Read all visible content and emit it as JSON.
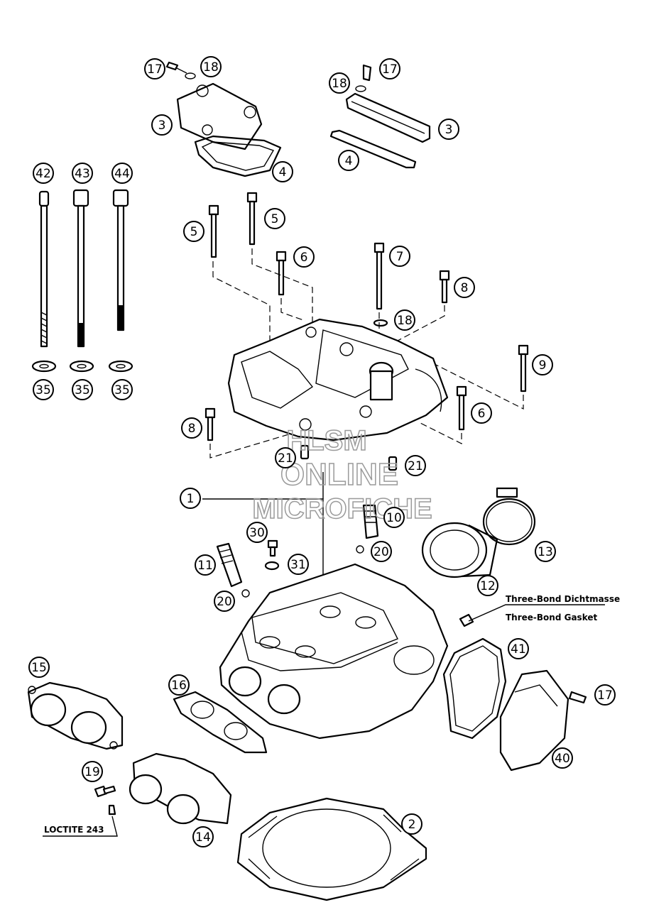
{
  "callouts": [
    {
      "id": "c-17a",
      "label": "17"
    },
    {
      "id": "c-18a",
      "label": "18"
    },
    {
      "id": "c-17b",
      "label": "17"
    },
    {
      "id": "c-18b",
      "label": "18"
    },
    {
      "id": "c-3a",
      "label": "3"
    },
    {
      "id": "c-3b",
      "label": "3"
    },
    {
      "id": "c-4a",
      "label": "4"
    },
    {
      "id": "c-4b",
      "label": "4"
    },
    {
      "id": "c-42",
      "label": "42"
    },
    {
      "id": "c-43",
      "label": "43"
    },
    {
      "id": "c-44",
      "label": "44"
    },
    {
      "id": "c-35a",
      "label": "35"
    },
    {
      "id": "c-35b",
      "label": "35"
    },
    {
      "id": "c-35c",
      "label": "35"
    },
    {
      "id": "c-5a",
      "label": "5"
    },
    {
      "id": "c-5b",
      "label": "5"
    },
    {
      "id": "c-6a",
      "label": "6"
    },
    {
      "id": "c-7",
      "label": "7"
    },
    {
      "id": "c-8a",
      "label": "8"
    },
    {
      "id": "c-18c",
      "label": "18"
    },
    {
      "id": "c-9",
      "label": "9"
    },
    {
      "id": "c-6b",
      "label": "6"
    },
    {
      "id": "c-8b",
      "label": "8"
    },
    {
      "id": "c-21a",
      "label": "21"
    },
    {
      "id": "c-21b",
      "label": "21"
    },
    {
      "id": "c-1",
      "label": "1"
    },
    {
      "id": "c-10",
      "label": "10"
    },
    {
      "id": "c-13",
      "label": "13"
    },
    {
      "id": "c-30",
      "label": "30"
    },
    {
      "id": "c-20a",
      "label": "20"
    },
    {
      "id": "c-11",
      "label": "11"
    },
    {
      "id": "c-31",
      "label": "31"
    },
    {
      "id": "c-12",
      "label": "12"
    },
    {
      "id": "c-20b",
      "label": "20"
    },
    {
      "id": "c-41",
      "label": "41"
    },
    {
      "id": "c-15",
      "label": "15"
    },
    {
      "id": "c-16",
      "label": "16"
    },
    {
      "id": "c-17c",
      "label": "17"
    },
    {
      "id": "c-40",
      "label": "40"
    },
    {
      "id": "c-19",
      "label": "19"
    },
    {
      "id": "c-14",
      "label": "14"
    },
    {
      "id": "c-2",
      "label": "2"
    }
  ],
  "notes": {
    "three_bond_de": "Three-Bond Dichtmasse",
    "three_bond_en": "Three-Bond Gasket",
    "loctite": "LOCTITE 243"
  },
  "watermark": {
    "line1": "HLSM",
    "line2": "ONLINE",
    "line3": "MICROFICHE"
  }
}
